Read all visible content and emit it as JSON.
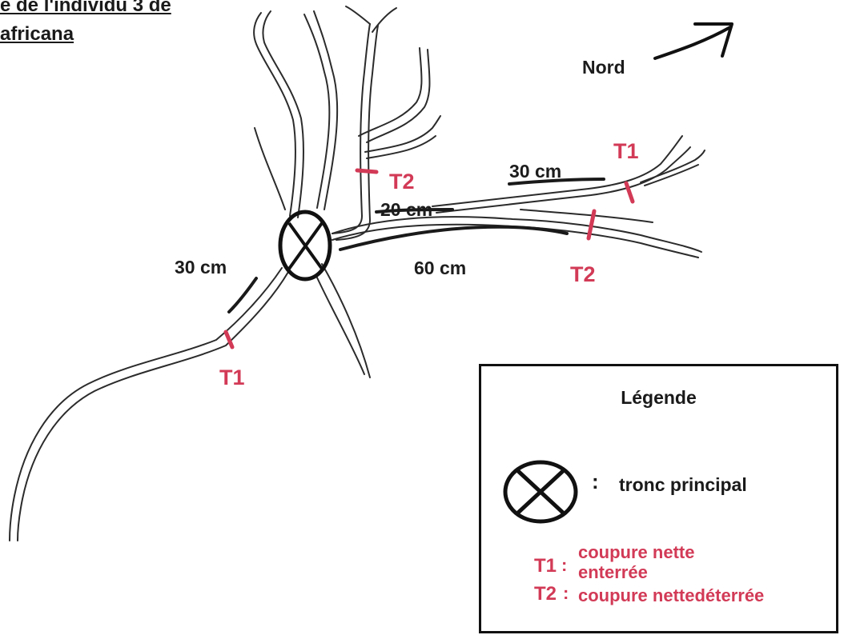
{
  "title": {
    "line1": "e de l'individu 3 de",
    "line2": "africana"
  },
  "north_label": "Nord",
  "distances": {
    "left": "30 cm",
    "main": "60 cm",
    "upper": "20 cm",
    "right": "30 cm"
  },
  "cut_labels": {
    "left_t1": "T1",
    "upper_t2": "T2",
    "right_t1": "T1",
    "right_t2": "T2"
  },
  "legend": {
    "title": "Légende",
    "trunk_colon": ":",
    "trunk_label": "tronc principal",
    "t1_code": "T1",
    "t1_colon": ":",
    "t1_line1": "coupure nette",
    "t1_line2": "enterrée",
    "t2_code": "T2",
    "t2_colon": ":",
    "t2_text": "coupure nettedéterrée"
  },
  "colors": {
    "cut_red": "#d23a56",
    "ink": "#1a1a1a"
  }
}
